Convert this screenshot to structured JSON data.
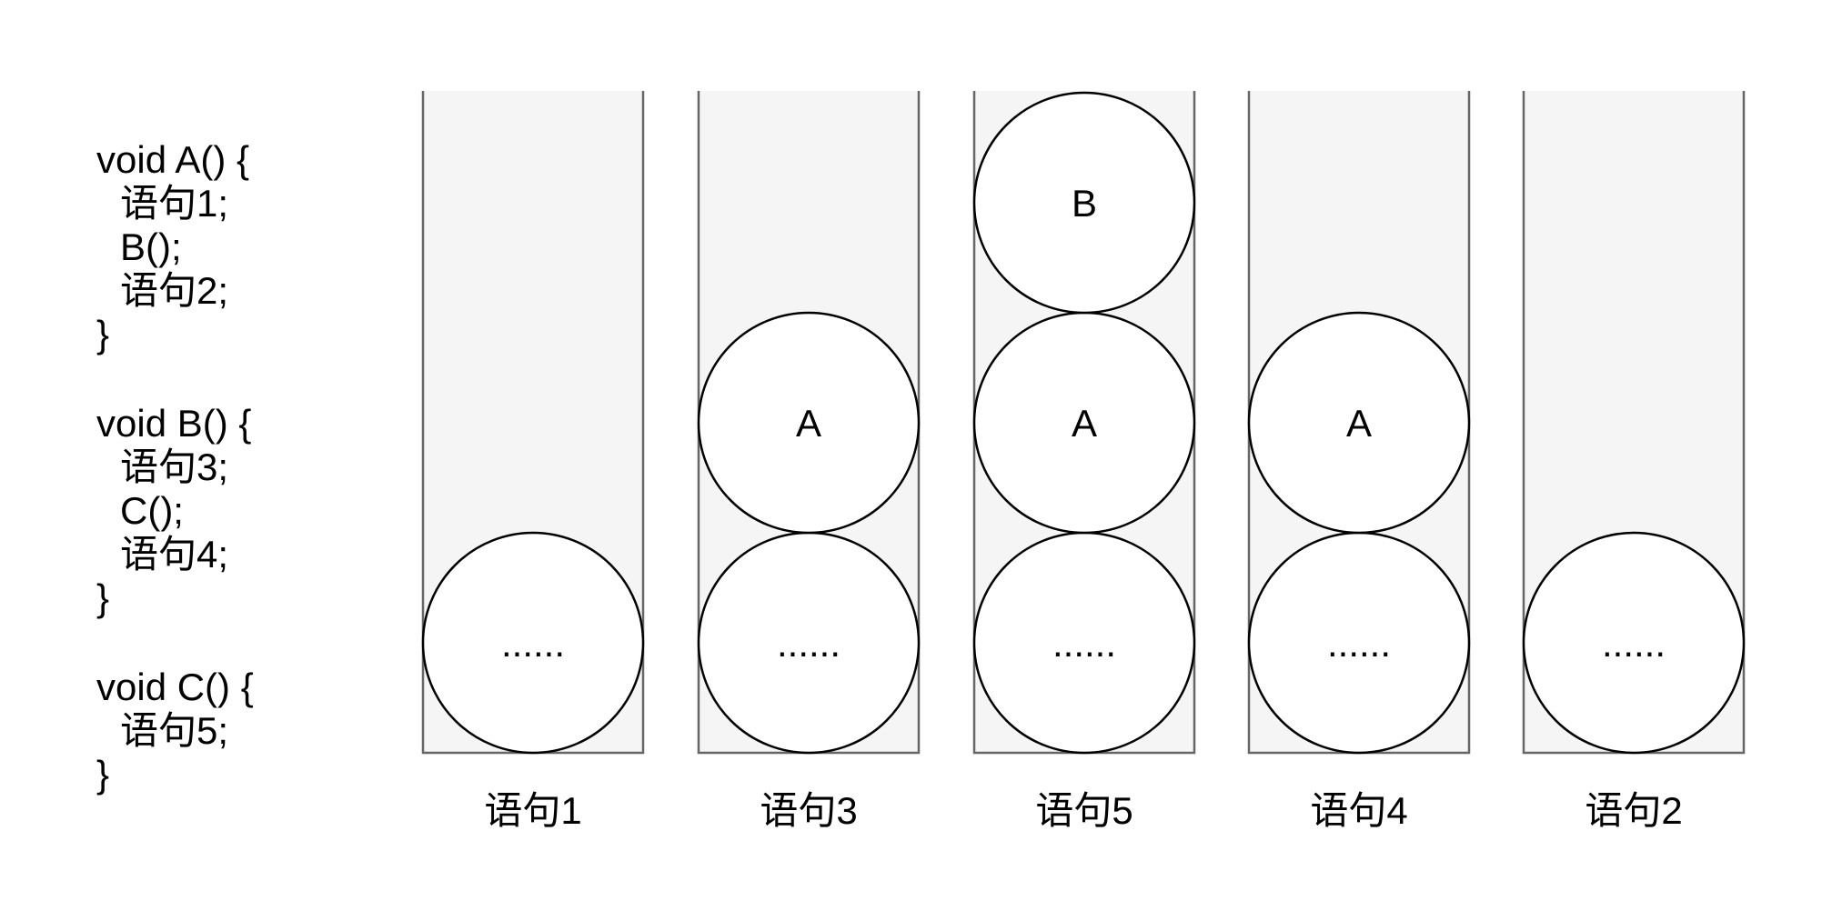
{
  "code": {
    "blocks": [
      {
        "lines": [
          "void A() {",
          "语句1;",
          "B();",
          "语句2;",
          "}"
        ]
      },
      {
        "lines": [
          "void B() {",
          "语句3;",
          "C();",
          "语句4;",
          "}"
        ]
      },
      {
        "lines": [
          "void C() {",
          "语句5;",
          "}"
        ]
      }
    ]
  },
  "stacks": [
    {
      "caption": "语句1",
      "frames": [
        "......"
      ]
    },
    {
      "caption": "语句3",
      "frames": [
        "......",
        "A"
      ]
    },
    {
      "caption": "语句5",
      "frames": [
        "......",
        "A",
        "B"
      ]
    },
    {
      "caption": "语句4",
      "frames": [
        "......",
        "A"
      ]
    },
    {
      "caption": "语句2",
      "frames": [
        "......"
      ]
    }
  ],
  "colors": {
    "stack_fill": "#f5f5f5",
    "stack_border": "#666666",
    "frame_fill": "#ffffff",
    "frame_stroke": "#000000"
  }
}
